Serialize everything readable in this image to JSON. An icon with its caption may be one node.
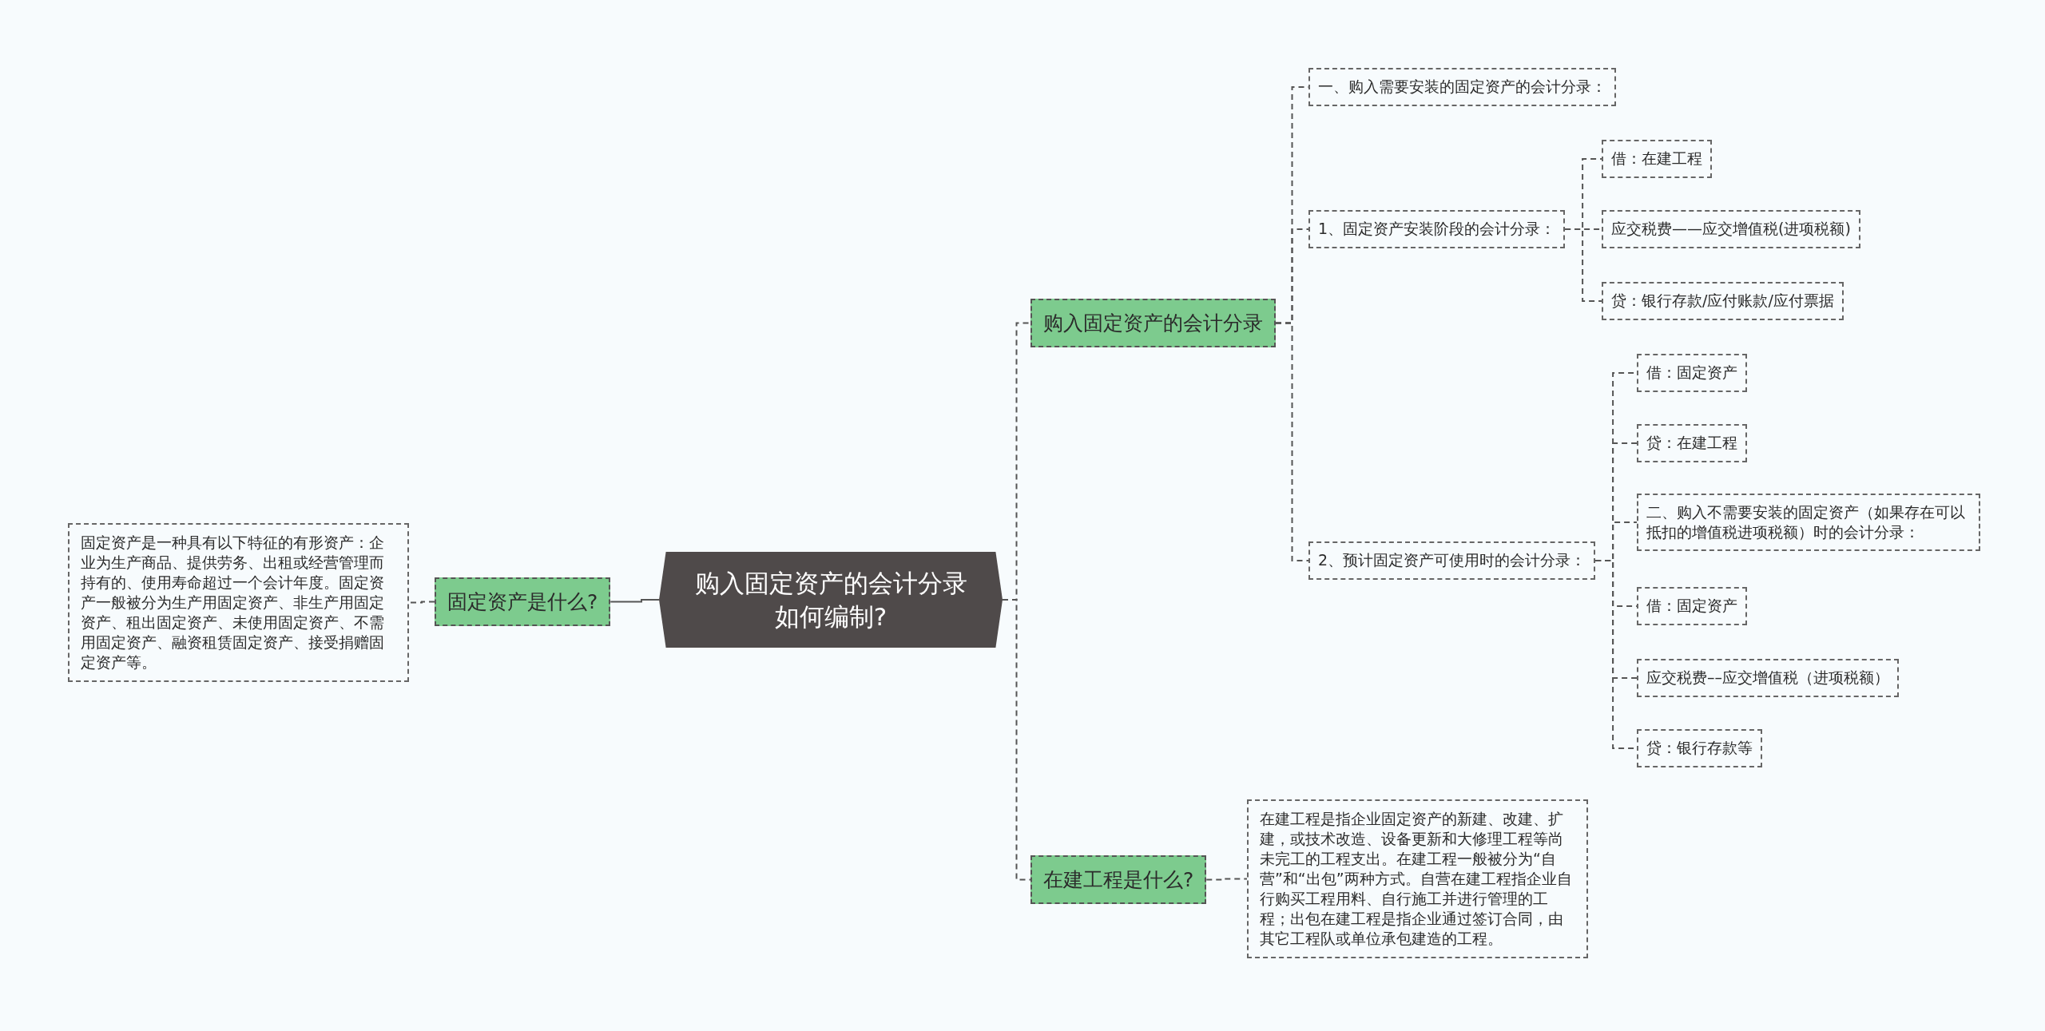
{
  "diagram": {
    "nodes": [
      {
        "text": [
          "购入固定资产的会计分录如何编制?"
        ]
      },
      {
        "text": [
          "固定资产是什么?"
        ]
      },
      {
        "text": [
          "固定资产是一种具有以下特征的有形资产：企业为生产商品、提供劳务、出租或经营管理而持有的、使用寿命超过一个会计年度。固定资产一般被分为生产用固定资产、非生产用固定资产、租出固定资产、未使用固定资产、不需用固定资产、融资租赁固定资产、接受捐赠固定资产等。"
        ]
      },
      {
        "text": [
          "购入固定资产的会计分录"
        ]
      },
      {
        "text": [
          "一、购入需要安装的固定资产的会计分录："
        ]
      },
      {
        "text": [
          "1、固定资产安装阶段的会计分录："
        ]
      },
      {
        "text": [
          "借：在建工程"
        ]
      },
      {
        "text": [
          "应交税费——应交增值税(进项税额)"
        ]
      },
      {
        "text": [
          "贷：银行存款/应付账款/应付票据"
        ]
      },
      {
        "text": [
          "2、预计固定资产可使用时的会计分录："
        ]
      },
      {
        "text": [
          "借：固定资产"
        ]
      },
      {
        "text": [
          "贷：在建工程"
        ]
      },
      {
        "text": [
          "二、购入不需要安装的固定资产（如果存在可以抵扣的增值税进项税额）时的会计分录："
        ]
      },
      {
        "text": [
          "借：固定资产"
        ]
      },
      {
        "text": [
          "应交税费––应交增值税（进项税额）"
        ]
      },
      {
        "text": [
          "贷：银行存款等"
        ]
      },
      {
        "text": [
          "在建工程是什么?"
        ]
      },
      {
        "text": [
          "在建工程是指企业固定资产的新建、改建、扩建，或技术改造、设备更新和大修理工程等尚未完工的工程支出。在建工程一般被分为“自营”和“出包”两种方式。自营在建工程指企业自行购买工程用料、自行施工并进行管理的工程；出包在建工程是指企业通过签订合同，由其它工程队或单位承包建造的工程。"
        ]
      }
    ],
    "edges": [
      {
        "from": 0,
        "to": 1,
        "arrow": "none"
      },
      {
        "from": 1,
        "to": 2,
        "arrow": "none",
        "style": "dashed"
      },
      {
        "from": 0,
        "to": 3,
        "arrow": "none",
        "style": "dashed"
      },
      {
        "from": 0,
        "to": 16,
        "arrow": "none",
        "style": "dashed"
      },
      {
        "from": 3,
        "to": 4,
        "arrow": "none",
        "style": "dashed"
      },
      {
        "from": 3,
        "to": 5,
        "arrow": "none",
        "style": "dashed"
      },
      {
        "from": 3,
        "to": 9,
        "arrow": "none",
        "style": "dashed"
      },
      {
        "from": 5,
        "to": 6,
        "arrow": "none",
        "style": "dashed"
      },
      {
        "from": 5,
        "to": 7,
        "arrow": "none",
        "style": "dashed"
      },
      {
        "from": 5,
        "to": 8,
        "arrow": "none",
        "style": "dashed"
      },
      {
        "from": 9,
        "to": 10,
        "arrow": "none",
        "style": "dashed"
      },
      {
        "from": 9,
        "to": 11,
        "arrow": "none",
        "style": "dashed"
      },
      {
        "from": 9,
        "to": 12,
        "arrow": "none",
        "style": "dashed"
      },
      {
        "from": 9,
        "to": 13,
        "arrow": "none",
        "style": "dashed"
      },
      {
        "from": 9,
        "to": 14,
        "arrow": "none",
        "style": "dashed"
      },
      {
        "from": 9,
        "to": 15,
        "arrow": "none",
        "style": "dashed"
      },
      {
        "from": 16,
        "to": 17,
        "arrow": "none",
        "style": "dashed"
      }
    ]
  }
}
